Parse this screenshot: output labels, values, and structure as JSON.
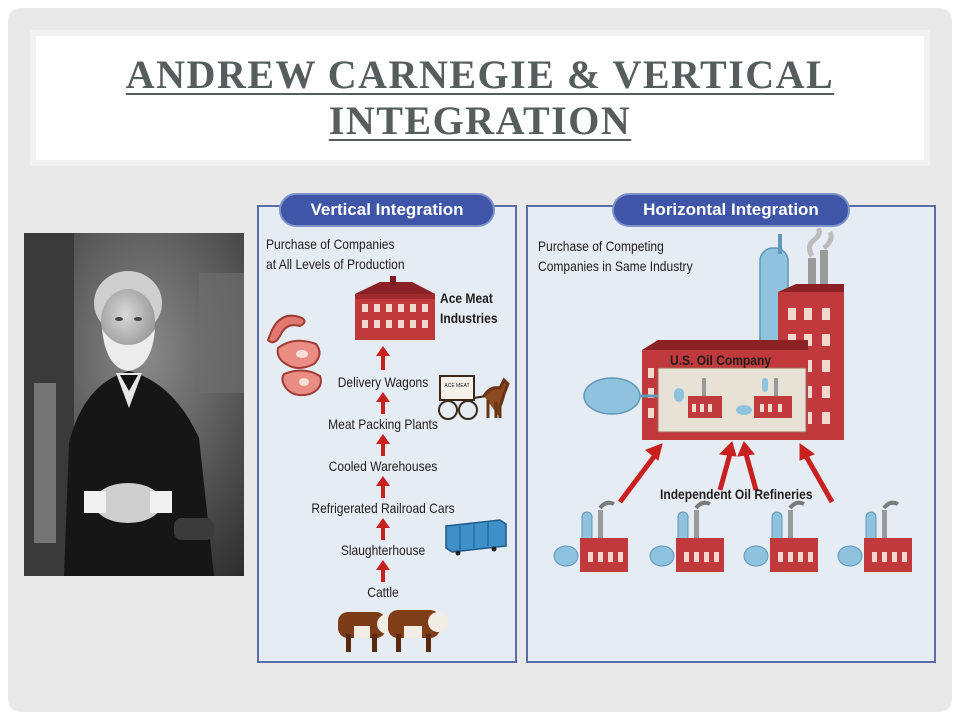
{
  "slide": {
    "title_line1": "ANDREW CARNEGIE & VERTICAL",
    "title_line2": "INTEGRATION"
  },
  "vertical": {
    "header": "Vertical Integration",
    "subtitle_line1": "Purchase of Companies",
    "subtitle_line2": "at All Levels of Production",
    "company_line1": "Ace Meat",
    "company_line2": "Industries",
    "wagon_sign": "ACE MEAT",
    "steps": [
      "Delivery Wagons",
      "Meat Packing Plants",
      "Cooled Warehouses",
      "Refrigerated Railroad Cars",
      "Slaughterhouse",
      "Cattle"
    ]
  },
  "horizontal": {
    "header": "Horizontal Integration",
    "subtitle_line1": "Purchase of Competing",
    "subtitle_line2": "Companies in Same Industry",
    "company": "U.S. Oil Company",
    "refineries_label": "Independent Oil Refineries"
  },
  "colors": {
    "panel_bg": "#e6ecf3",
    "panel_border": "#5b6da6",
    "header_pill": "#3f56a8",
    "brick": "#c0393c",
    "arrow": "#c8201f",
    "tank": "#8fc3dd",
    "title_text": "#555e5c"
  }
}
